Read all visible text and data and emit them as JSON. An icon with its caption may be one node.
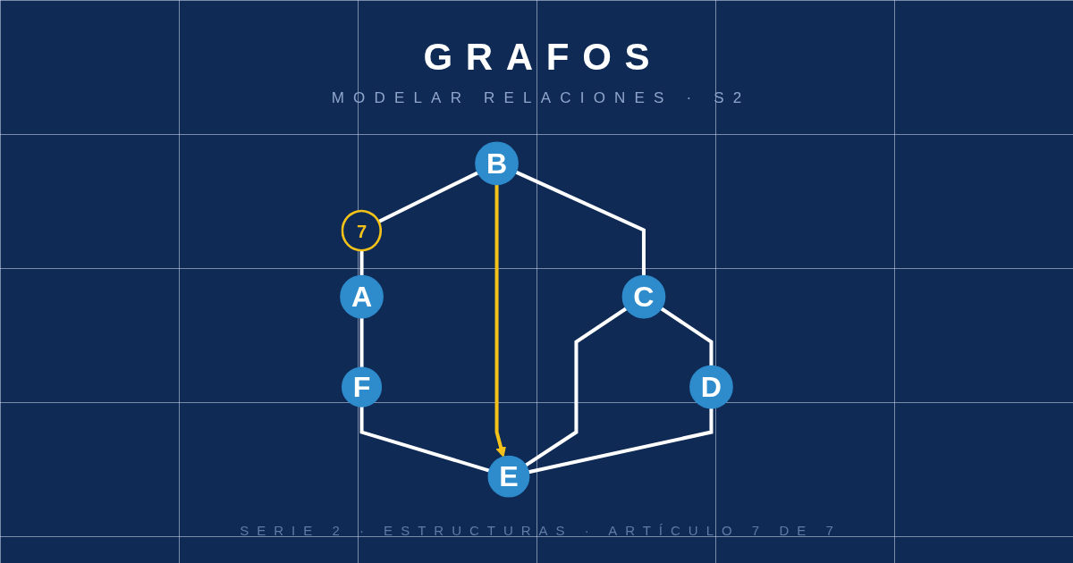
{
  "diagram": {
    "title": "GRAFOS",
    "caption": "SERIE 2 · ESTRUCTURAS · ARTÍCULO 7 DE 7",
    "nodes": [
      {
        "text": [
          "B"
        ]
      },
      {
        "text": [
          "A"
        ]
      },
      {
        "text": [
          "C"
        ]
      },
      {
        "text": [
          "D"
        ]
      },
      {
        "text": [
          "F"
        ]
      },
      {
        "text": [
          "E"
        ]
      }
    ],
    "edges": [
      {
        "from": 0,
        "to": 1,
        "arrow": "none",
        "label": "7"
      },
      {
        "from": 0,
        "to": 2,
        "arrow": "none"
      },
      {
        "from": 1,
        "to": 4,
        "arrow": "none"
      },
      {
        "from": 4,
        "to": 5,
        "arrow": "none"
      },
      {
        "from": 0,
        "to": 5,
        "arrow": "to",
        "color": "#f2c21b"
      },
      {
        "from": 2,
        "to": 5,
        "arrow": "none"
      },
      {
        "from": 2,
        "to": 3,
        "arrow": "none"
      },
      {
        "from": 3,
        "to": 5,
        "arrow": "none"
      }
    ],
    "labels": [
      "MODELAR RELACIONES · S2"
    ]
  }
}
